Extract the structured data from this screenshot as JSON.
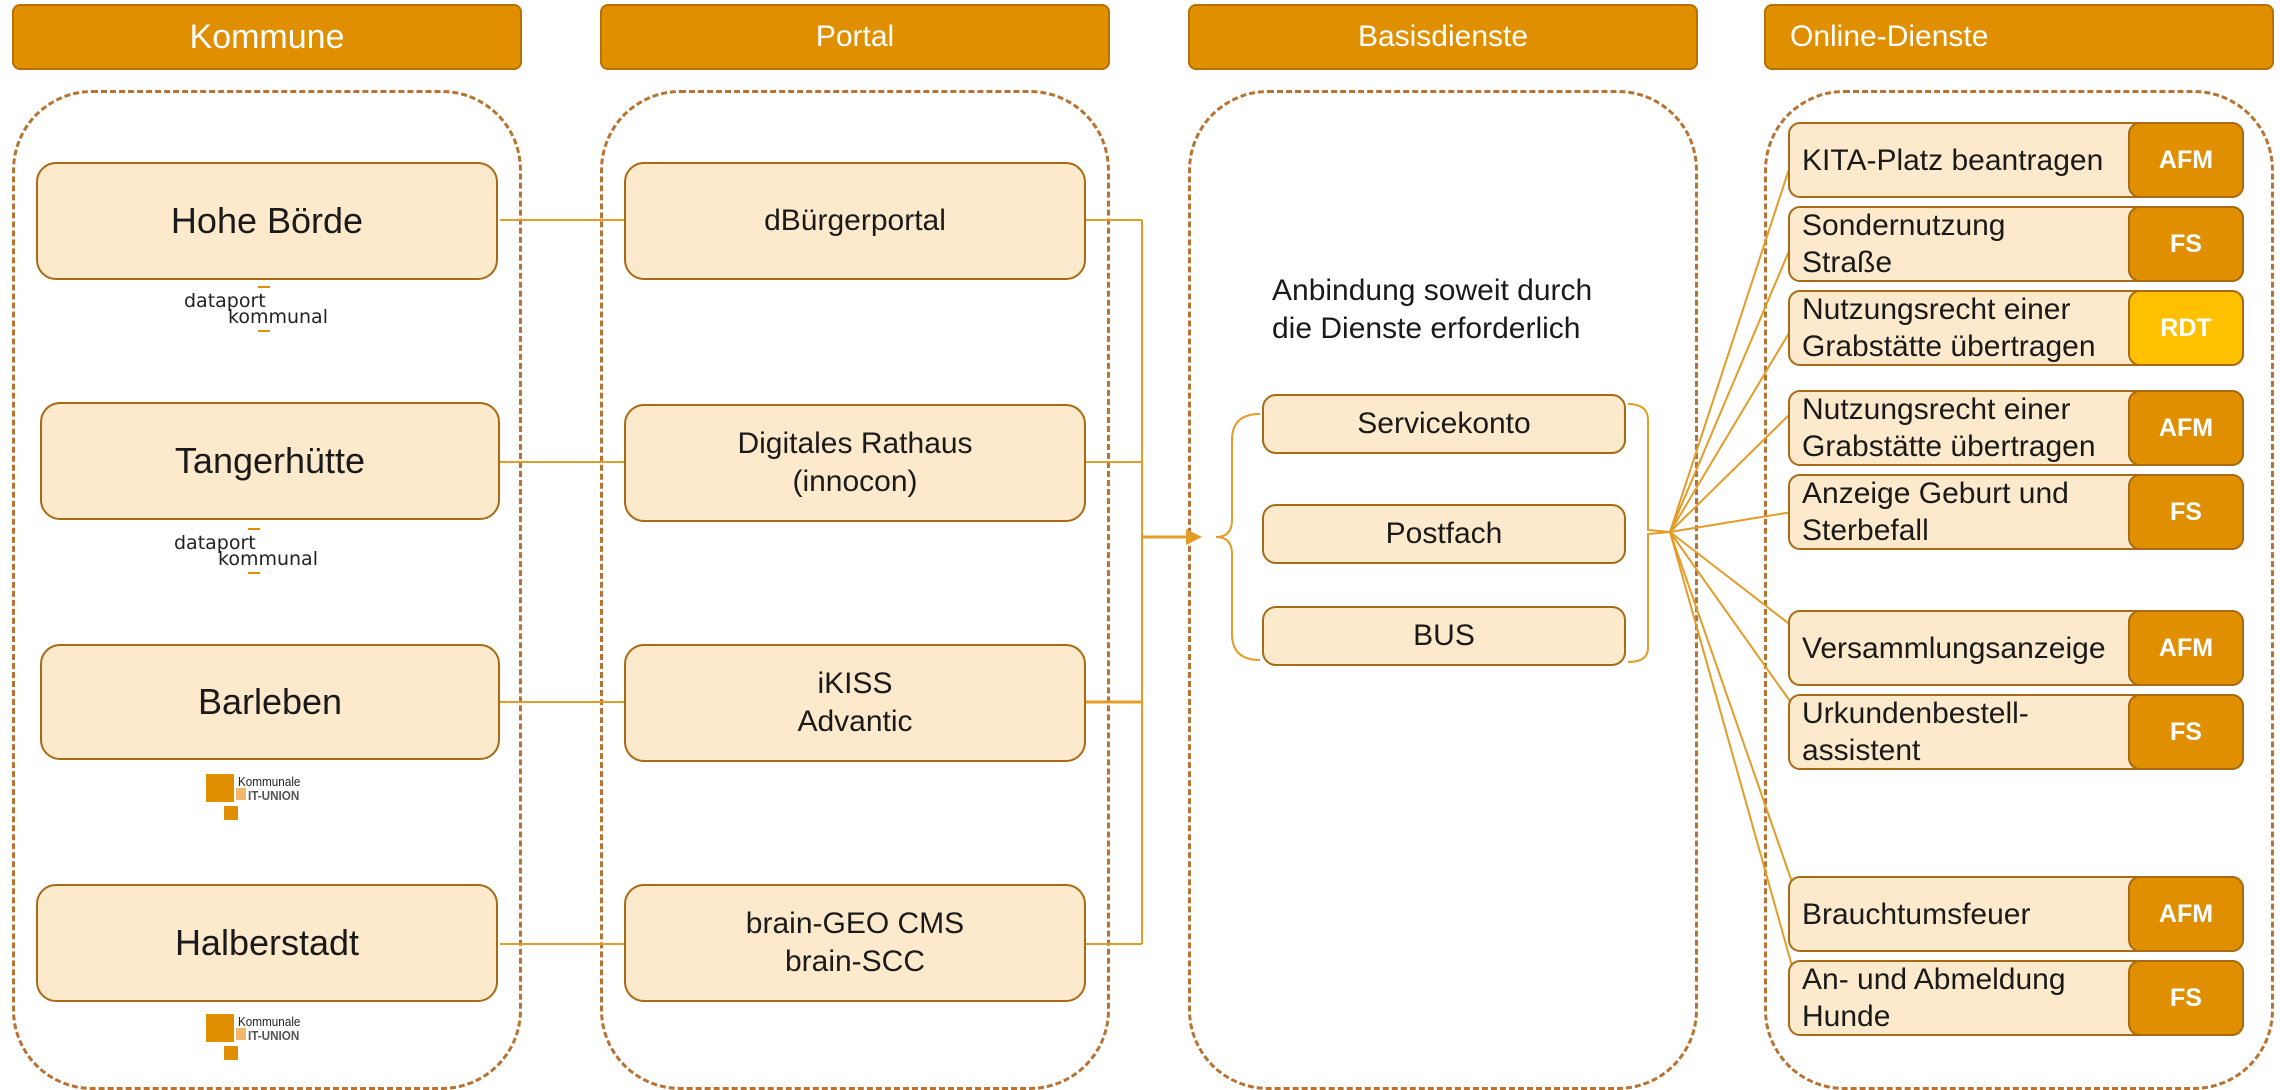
{
  "headers": {
    "kommune": "Kommune",
    "portal": "Portal",
    "basisdienste": "Basisdienste",
    "online": "Online-Dienste"
  },
  "kommunen": [
    "Hohe Börde",
    "Tangerhütte",
    "Barleben",
    "Halberstadt"
  ],
  "portale": [
    "dBürgerportal",
    "Digitales Rathaus\n(innocon)",
    "iKISS\nAdvantic",
    "brain-GEO CMS\nbrain-SCC"
  ],
  "logos": {
    "dataport": [
      "dataport",
      "kommunal"
    ],
    "kiu": [
      "Kommunale",
      "IT-UNION"
    ]
  },
  "basis": {
    "note": "Anbindung soweit durch\ndie Dienste erforderlich",
    "items": [
      "Servicekonto",
      "Postfach",
      "BUS"
    ]
  },
  "services": [
    {
      "label": "KITA-Platz beantragen",
      "badge": "AFM"
    },
    {
      "label": "Sondernutzung\nStraße",
      "badge": "FS"
    },
    {
      "label": "Nutzungsrecht einer\nGrabstätte übertragen",
      "badge": "RDT"
    },
    {
      "label": "Nutzungsrecht einer\nGrabstätte übertragen",
      "badge": "AFM"
    },
    {
      "label": "Anzeige Geburt und\nSterbefall",
      "badge": "FS"
    },
    {
      "label": "Versammlungsanzeige",
      "badge": "AFM"
    },
    {
      "label": "Urkundenbestell-\nassistent",
      "badge": "FS"
    },
    {
      "label": "Brauchtumsfeuer",
      "badge": "AFM"
    },
    {
      "label": "An- und Abmeldung\nHunde",
      "badge": "FS"
    }
  ],
  "colors": {
    "accent": "#e08f00",
    "accent_dark": "#b87000",
    "box_fill": "#fde9cc",
    "rdt": "#ffc000"
  }
}
